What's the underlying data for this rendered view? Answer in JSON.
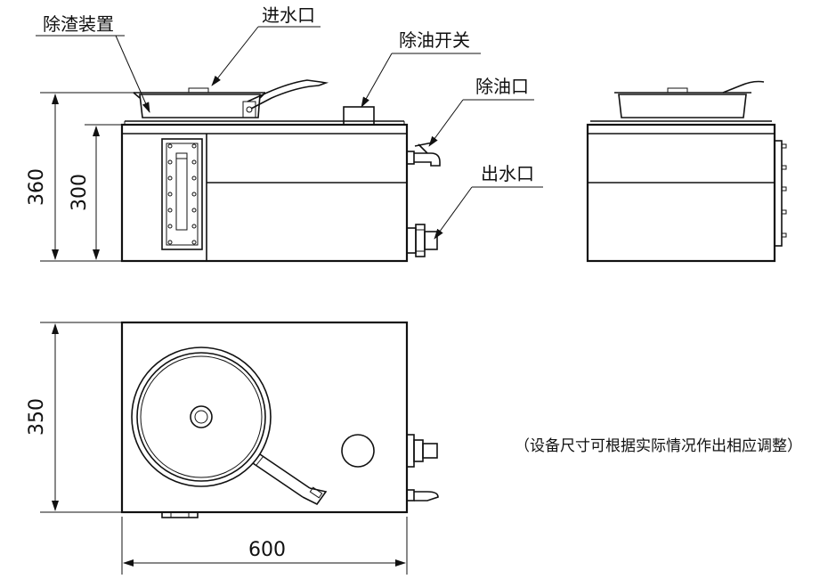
{
  "labels": {
    "slag_device": "除渣装置",
    "water_inlet": "进水口",
    "oil_switch": "除油开关",
    "oil_outlet": "除油口",
    "water_outlet": "出水口"
  },
  "dimensions": {
    "height_total": "360",
    "height_body": "300",
    "depth": "350",
    "width": "600"
  },
  "note": "（设备尺寸可根据实际情况作出相应调整）"
}
